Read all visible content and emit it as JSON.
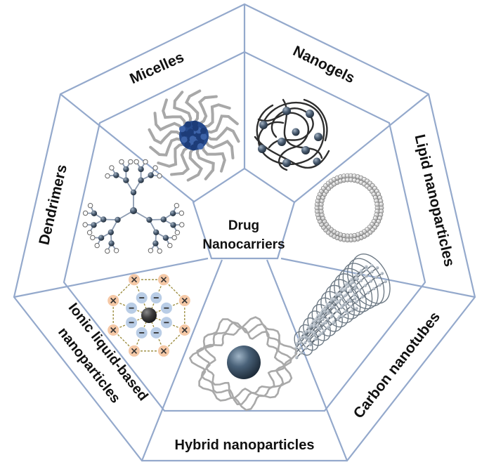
{
  "center": {
    "line1": "Drug",
    "line2": "Nanocarriers"
  },
  "segments": {
    "micelles": "Micelles",
    "nanogels": "Nanogels",
    "lipid": "Lipid nanoparticles",
    "carbon": "Carbon nanotubes",
    "hybrid": "Hybrid nanoparticles",
    "ionic_line1": "Ionic liquid-based",
    "ionic_line2": "nanoparticles",
    "dendrimers": "Dendrimers"
  },
  "colors": {
    "outline": "#94a9cc",
    "micelle_core": "#264a8c",
    "micelle_tail": "#a8a8a8",
    "node": "#4b5d72",
    "ion_pos_bg": "#f5c8a6",
    "ion_neg_bg": "#b9cde6",
    "hybrid_core": "#4a6279"
  },
  "icons": {
    "micelles": "micelle-icon",
    "nanogels": "nanogel-icon",
    "lipid": "liposome-ring-icon",
    "carbon": "carbon-nanotube-icon",
    "hybrid": "hybrid-nanoparticle-icon",
    "ionic": "ionic-liquid-icon",
    "dendrimers": "dendrimer-icon"
  }
}
